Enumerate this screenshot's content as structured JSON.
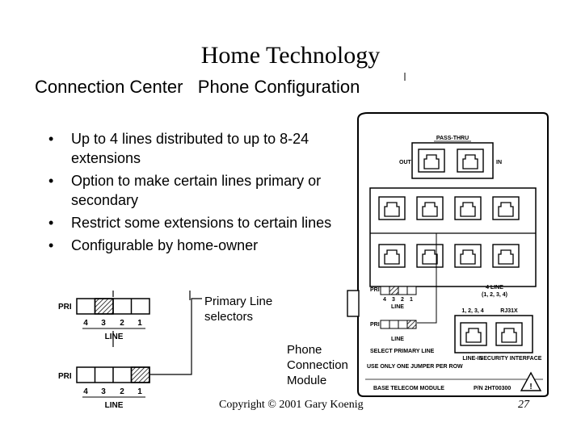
{
  "slide": {
    "title": "Home Technology",
    "subtitle": "Connection Center   Phone Configuration",
    "bullets": [
      "Up to 4 lines distributed to up to 8-24 extensions",
      "Option to make certain lines primary or secondary",
      "Restrict some extensions to certain lines",
      "Configurable by home-owner"
    ],
    "callouts": {
      "primary_line_selectors": "Primary Line\nselectors",
      "phone_connection_module": "Phone\nConnection\nModule"
    },
    "copyright": "Copyright © 2001 Gary Koenig",
    "page_number": "27"
  },
  "selector_diagram": {
    "pri_label": "PRI",
    "line_label": "LINE",
    "numbers": [
      "4",
      "3",
      "2",
      "1"
    ],
    "selector_top_active": "3",
    "selector_bottom_active": "1"
  },
  "module": {
    "pass_thru": "PASS-THRU",
    "out": "OUT",
    "in": "IN",
    "four_line": "4 LINE",
    "four_line_sub": "(1, 2, 3, 4)",
    "line_label": "LINE",
    "pri": "PRI",
    "mini_numbers": [
      "4",
      "3",
      "2",
      "1"
    ],
    "select_primary_line": "SELECT PRIMARY LINE",
    "use_one_jumper": "USE ONLY ONE JUMPER PER ROW",
    "jack_a_title": "1, 2, 3, 4",
    "jack_b_title": "RJ31X",
    "line_in": "LINE-IN",
    "security_interface": "SECURITY INTERFACE",
    "base_module": "BASE TELECOM MODULE",
    "part_number": "P/N 2HT00300",
    "warning_symbol": "!"
  },
  "colors": {
    "background": "#ffffff",
    "text": "#000000",
    "line": "#000000"
  }
}
